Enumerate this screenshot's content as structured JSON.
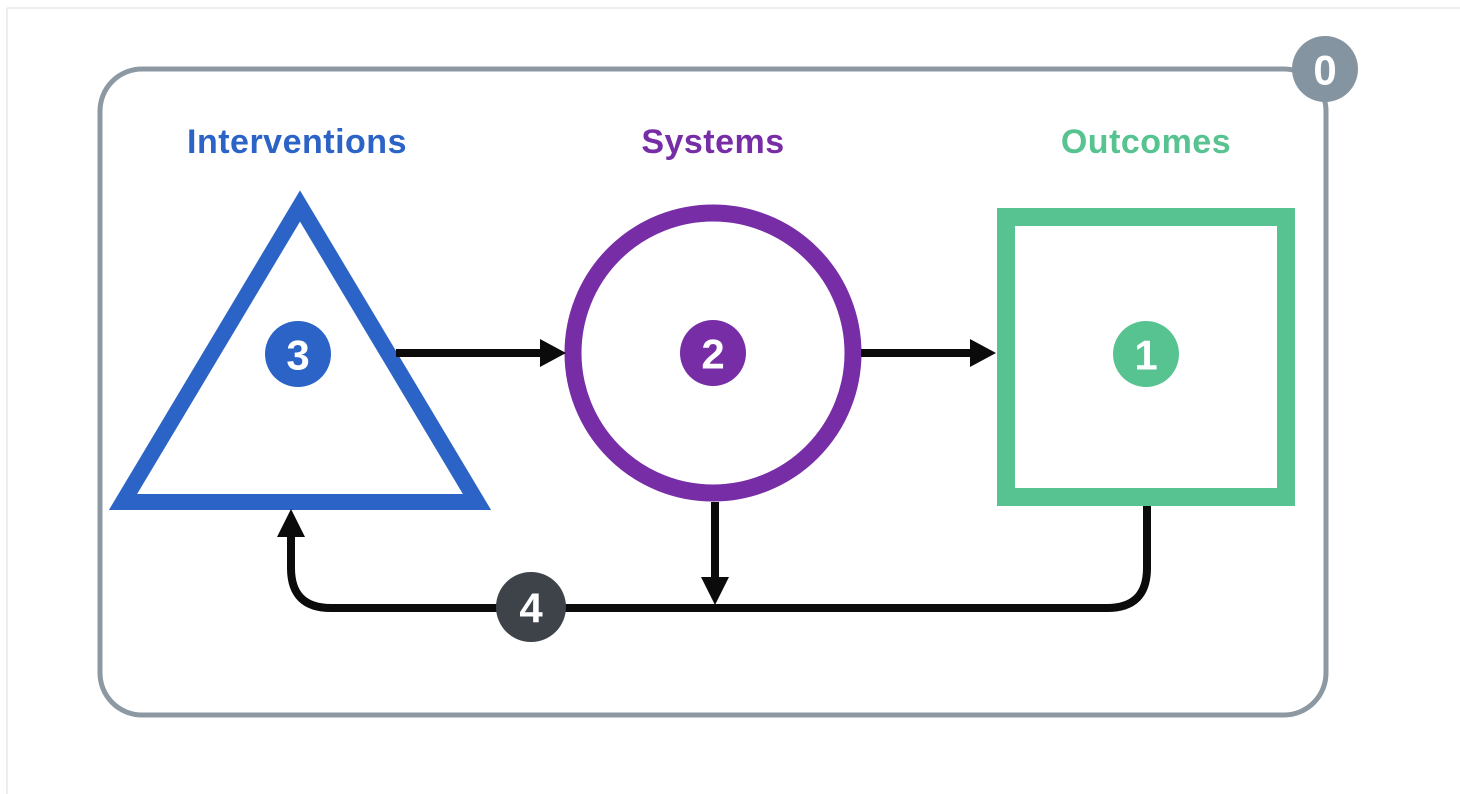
{
  "diagram": {
    "description": "Interventions-Systems-Outcomes cycle diagram",
    "nodes": [
      {
        "id": "interventions",
        "label": "Interventions",
        "shape": "triangle",
        "badge": "3",
        "color": "#2b63c6"
      },
      {
        "id": "systems",
        "label": "Systems",
        "shape": "circle",
        "badge": "2",
        "color": "#762da5"
      },
      {
        "id": "outcomes",
        "label": "Outcomes",
        "shape": "square",
        "badge": "1",
        "color": "#57c390"
      }
    ],
    "frame_badge": {
      "value": "0",
      "color": "#8494a0"
    },
    "loop_badge": {
      "value": "4",
      "color": "#3e434a"
    },
    "colors": {
      "frame": "#8c99a3",
      "arrow": "#0b0b0b",
      "badge_text": "#ffffff",
      "page_edge": "#e8e8e8",
      "background": "#ffffff"
    }
  }
}
